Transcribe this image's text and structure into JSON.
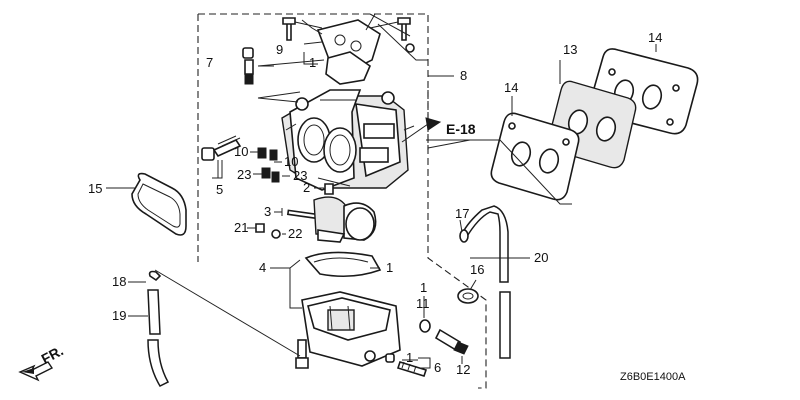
{
  "callouts": {
    "c1": "1",
    "c2": "2",
    "c3": "3",
    "c4": "4",
    "c5": "5",
    "c6": "6",
    "c7": "7",
    "c8": "8",
    "c9": "9",
    "c10": "10",
    "c11": "11",
    "c12": "12",
    "c14": "14",
    "c15": "15",
    "c16": "16",
    "c17": "17",
    "c18": "18",
    "c19": "19",
    "c20": "20",
    "c21": "21",
    "c22": "22",
    "c23": "23",
    "c13": "13"
  },
  "ref_label": "E-18",
  "direction_label": "FR.",
  "diagram_code": "Z6B0E1400A"
}
